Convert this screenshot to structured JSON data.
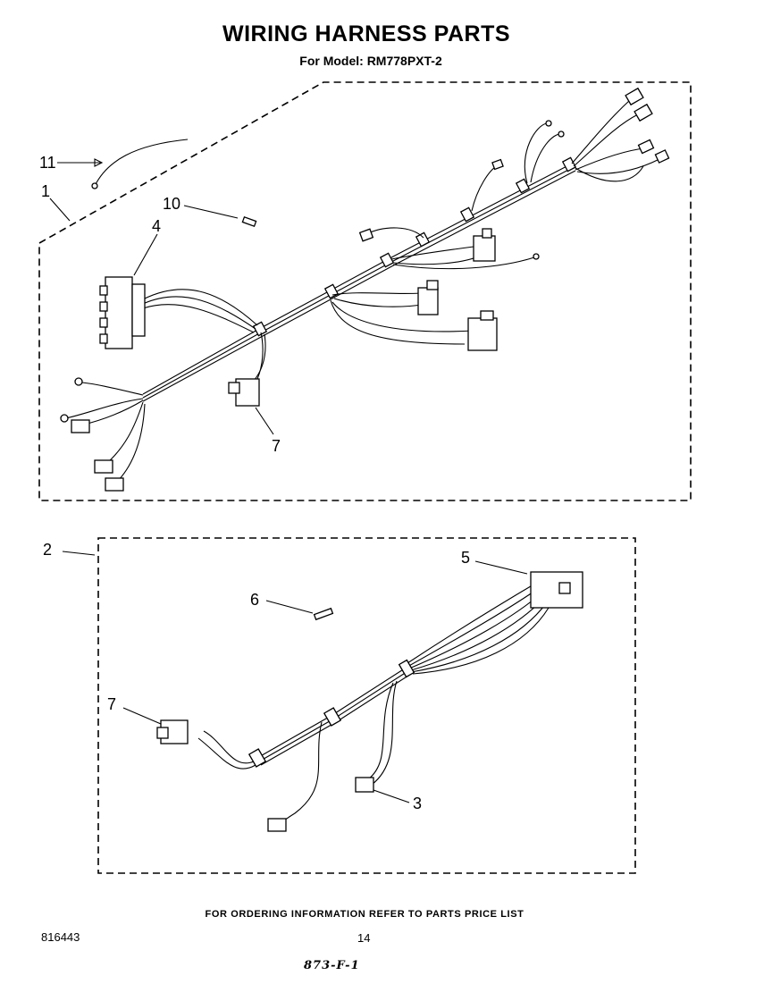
{
  "header": {
    "title": "WIRING HARNESS PARTS",
    "subtitle": "For Model: RM778PXT-2"
  },
  "callouts": {
    "c11": "11",
    "c1": "1",
    "c10": "10",
    "c4": "4",
    "c7_upper": "7",
    "c2": "2",
    "c5": "5",
    "c6": "6",
    "c7_lower": "7",
    "c3": "3"
  },
  "footer": {
    "ordering_note": "FOR ORDERING INFORMATION REFER TO PARTS PRICE LIST",
    "part_number": "816443",
    "page_number": "14",
    "handwritten_note": "873-F-1"
  }
}
